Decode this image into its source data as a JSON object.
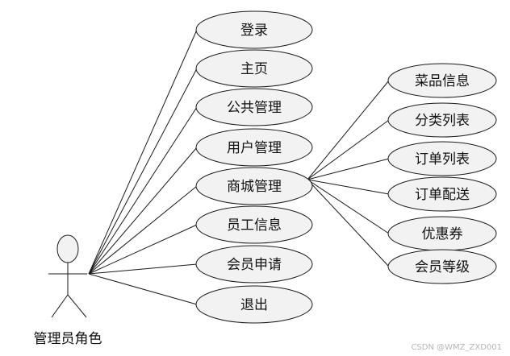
{
  "actor": {
    "label": "管理员角色"
  },
  "use_cases": [
    {
      "label": "登录"
    },
    {
      "label": "主页"
    },
    {
      "label": "公共管理"
    },
    {
      "label": "用户管理"
    },
    {
      "label": "商城管理"
    },
    {
      "label": "员工信息"
    },
    {
      "label": "会员申请"
    },
    {
      "label": "退出"
    }
  ],
  "sub_use_cases": [
    {
      "label": "菜品信息"
    },
    {
      "label": "分类列表"
    },
    {
      "label": "订单列表"
    },
    {
      "label": "订单配送"
    },
    {
      "label": "优惠券"
    },
    {
      "label": "会员等级"
    }
  ],
  "watermark": "CSDN @WMZ_ZXD001",
  "colors": {
    "ellipse_fill": "#f2f2f2",
    "stroke": "#1a1a1a",
    "watermark": "#b5b5b5"
  }
}
